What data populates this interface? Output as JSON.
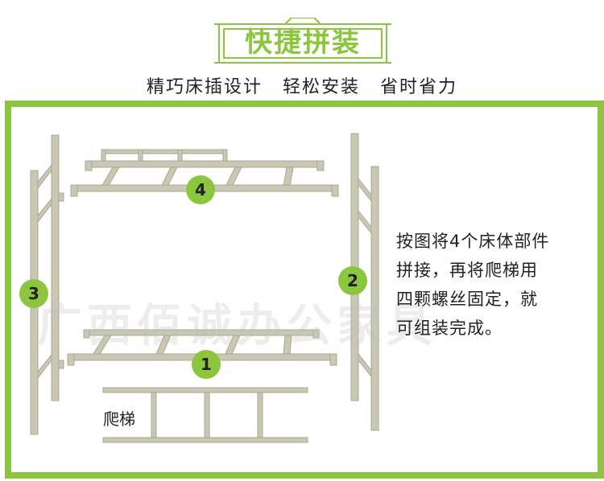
{
  "header": {
    "title": "快捷拼装",
    "subtitle_parts": [
      "精巧床插设计",
      "轻松安装",
      "省时省力"
    ]
  },
  "diagram": {
    "badges": [
      "1",
      "2",
      "3",
      "4"
    ],
    "ladder_label": "爬梯"
  },
  "description_lines": [
    "按图将4个床体部件",
    "拼接，再将爬梯用",
    "四颗螺丝固定，就",
    "可组装完成。"
  ],
  "watermark": "广西佰诚办公家具",
  "colors": {
    "accent": "#8cc63f",
    "frame": "#c8c8b4",
    "text": "#222222"
  }
}
